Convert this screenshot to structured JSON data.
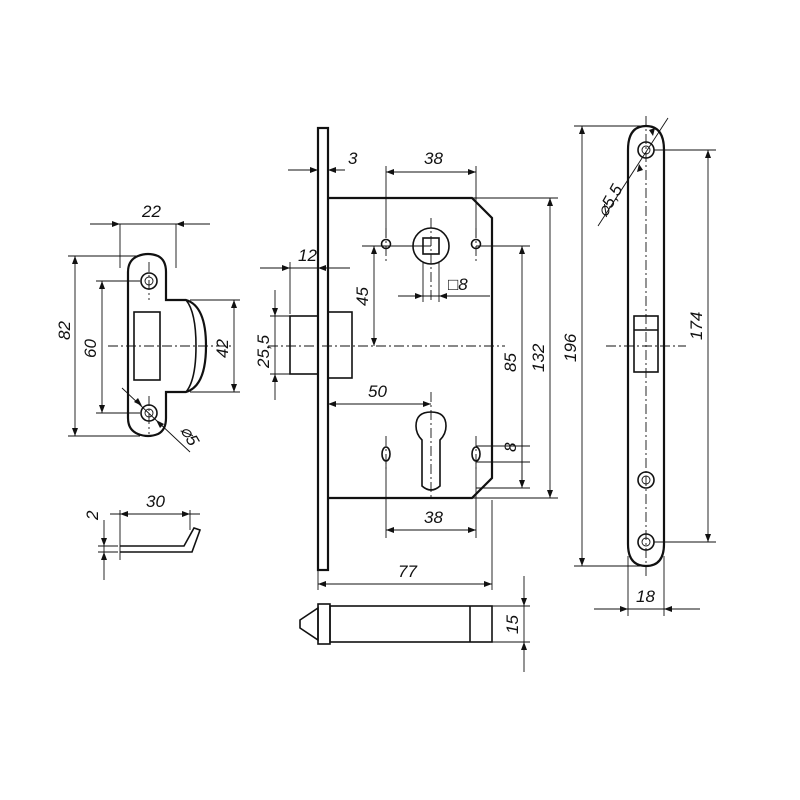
{
  "dimensions": {
    "striker_width_22": "22",
    "striker_height_82": "82",
    "striker_holes_60": "60",
    "striker_lip_42": "42",
    "striker_hole_dia": "⌀5",
    "striker_thickness_2": "2",
    "striker_lip_30": "30",
    "faceplate_3": "3",
    "spindle_offset_38_top": "38",
    "latch_12": "12",
    "latch_45": "45",
    "square_8": "□8",
    "latch_25_5": "25,5",
    "backset_50": "50",
    "center_85": "85",
    "body_132": "132",
    "cyl_8": "8",
    "hole_offset_38_bottom": "38",
    "body_depth_77": "77",
    "bolt_15": "15",
    "front_196": "196",
    "front_hole_dia": "⌀5,5",
    "front_174": "174",
    "front_width_18": "18"
  }
}
